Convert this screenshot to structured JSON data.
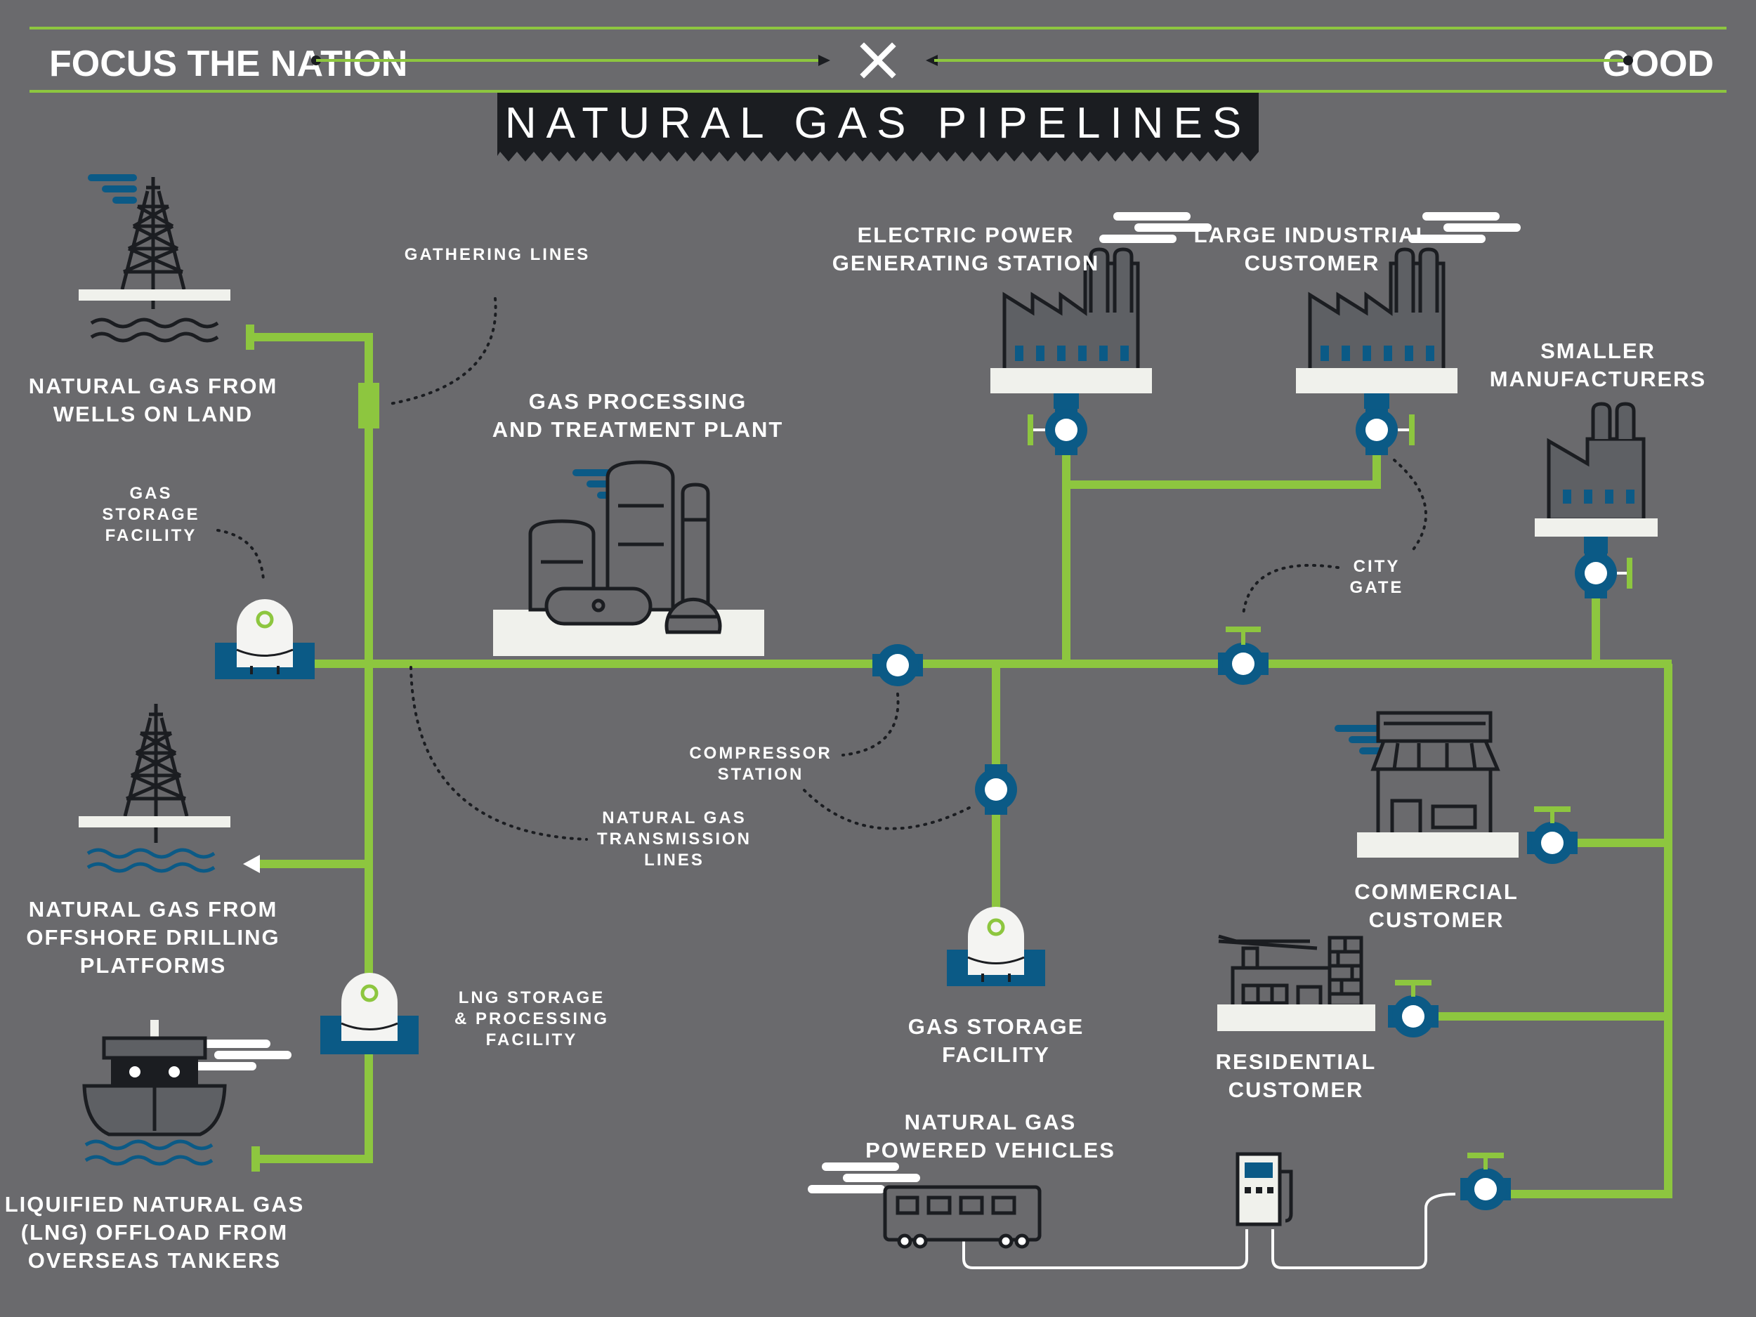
{
  "header": {
    "left_brand": "FOCUS THE NATION",
    "right_brand": "GOOD",
    "title": "NATURAL GAS PIPELINES"
  },
  "labels": {
    "wells_land": [
      "NATURAL GAS FROM",
      "WELLS ON LAND"
    ],
    "gathering_lines": [
      "GATHERING LINES"
    ],
    "gas_storage_left": [
      "GAS",
      "STORAGE",
      "FACILITY"
    ],
    "offshore": [
      "NATURAL GAS FROM",
      "OFFSHORE DRILLING",
      "PLATFORMS"
    ],
    "lng_offload": [
      "LIQUIFIED NATURAL GAS",
      "(LNG) OFFLOAD FROM",
      "OVERSEAS TANKERS"
    ],
    "lng_storage": [
      "LNG STORAGE",
      "& PROCESSING",
      "FACILITY"
    ],
    "processing_plant": [
      "GAS PROCESSING",
      "AND TREATMENT PLANT"
    ],
    "compressor": [
      "COMPRESSOR",
      "STATION"
    ],
    "transmission": [
      "NATURAL GAS",
      "TRANSMISSION",
      "LINES"
    ],
    "gas_storage_center": [
      "GAS STORAGE",
      "FACILITY"
    ],
    "electric": [
      "ELECTRIC POWER",
      "GENERATING STATION"
    ],
    "large_industrial": [
      "LARGE INDUSTRIAL",
      "CUSTOMER"
    ],
    "smaller_mfg": [
      "SMALLER",
      "MANUFACTURERS"
    ],
    "city_gate": [
      "CITY",
      "GATE"
    ],
    "commercial": [
      "COMMERCIAL",
      "CUSTOMER"
    ],
    "residential": [
      "RESIDENTIAL",
      "CUSTOMER"
    ],
    "vehicles": [
      "NATURAL GAS",
      "POWERED VEHICLES"
    ]
  },
  "colors": {
    "background": "#6a6a6d",
    "pipe": "#8dc63f",
    "valve": "#0b5a86",
    "dark": "#1b1d21",
    "base": "#f0f1ec"
  }
}
